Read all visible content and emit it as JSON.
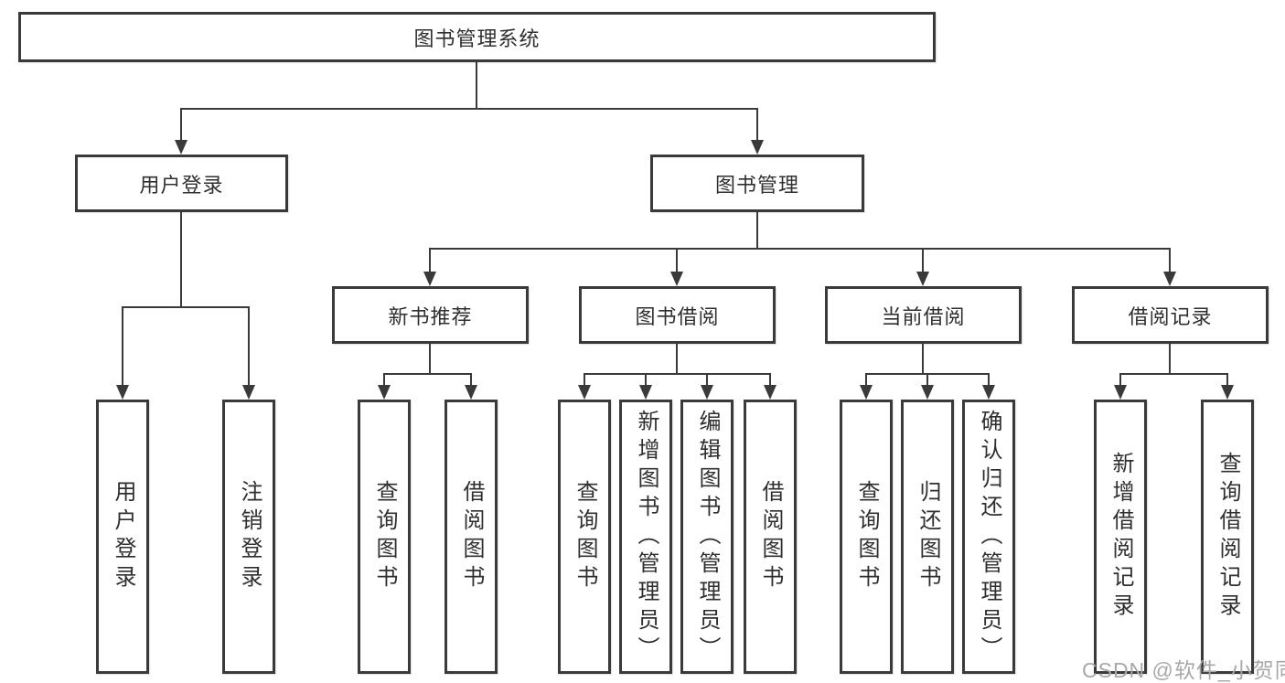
{
  "tree": {
    "root": "图书管理系统",
    "branches": [
      {
        "label": "用户登录",
        "children": [
          "用户登录",
          "注销登录"
        ]
      },
      {
        "label": "图书管理",
        "children": [
          {
            "label": "新书推荐",
            "children": [
              "查询图书",
              "借阅图书"
            ]
          },
          {
            "label": "图书借阅",
            "children": [
              "查询图书",
              "新增图书（管理员）",
              "编辑图书（管理员）",
              "借阅图书"
            ]
          },
          {
            "label": "当前借阅",
            "children": [
              "查询图书",
              "归还图书",
              "确认归还（管理员）"
            ]
          },
          {
            "label": "借阅记录",
            "children": [
              "新增借阅记录",
              "查询借阅记录"
            ]
          }
        ]
      }
    ]
  },
  "watermark": {
    "text": "CSDN @软件_小贺同学",
    "color": "#a8a8a8"
  },
  "colors": {
    "line": "#3a3a3a",
    "text": "#2f2f2f",
    "background": "#ffffff"
  }
}
